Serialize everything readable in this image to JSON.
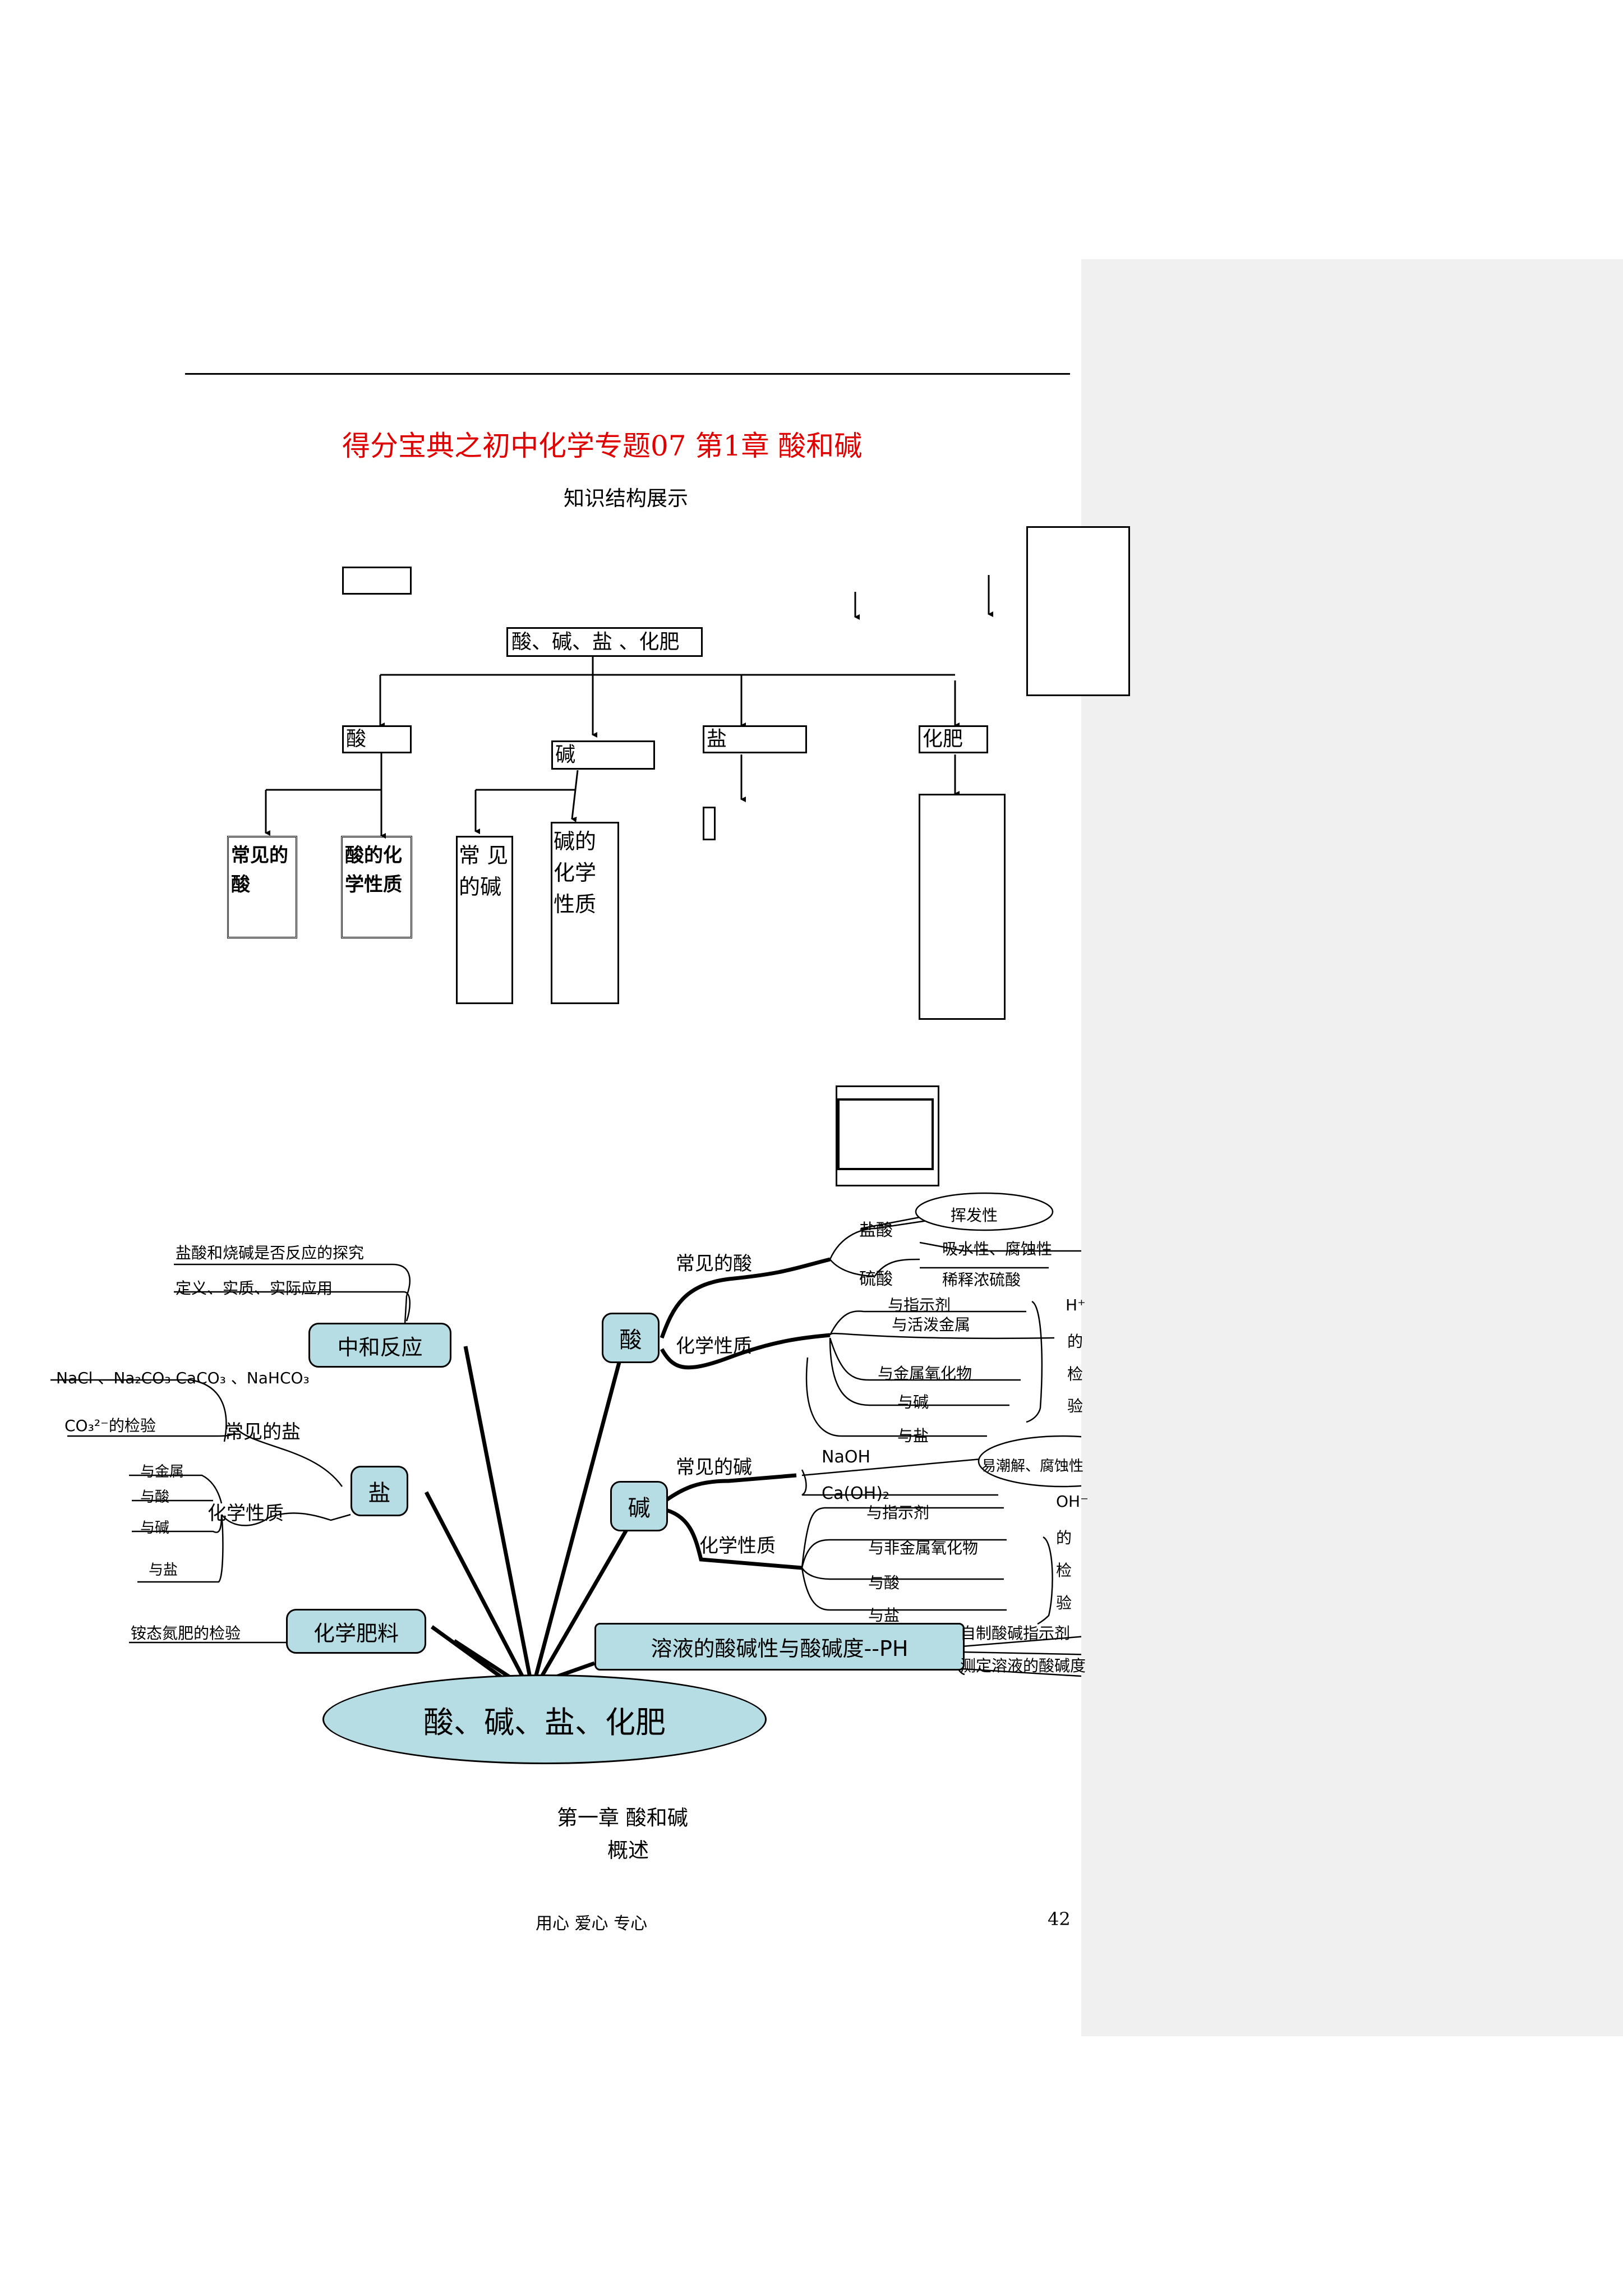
{
  "title": "得分宝典之初中化学专题07  第1章  酸和碱",
  "subtitle": "知识结构展示",
  "top_diagram": {
    "root": "酸、碱、盐 、化肥",
    "acid": "酸",
    "base": "碱",
    "salt": "盐",
    "fertilizer": "化肥",
    "common_acid": "常见的酸",
    "acid_chem": "酸的化学性质",
    "common_base": "常 见 的碱",
    "base_chem": "碱的化学性质"
  },
  "mindmap": {
    "center": "酸、碱、盐、化肥",
    "neutralization": "中和反应",
    "neutralization_items": [
      "盐酸和烧碱是否反应的探究",
      "定义、实质、实际应用"
    ],
    "salt": "盐",
    "salt_common": "常见的盐",
    "salt_formulas": "NaCl 、Na₂CO₃  CaCO₃ 、NaHCO₃",
    "co3_test": "CO₃²⁻的检验",
    "salt_chem": "化学性质",
    "salt_chem_items": [
      "与金属",
      "与酸",
      "与碱",
      "与盐"
    ],
    "fertilizer": "化学肥料",
    "fertilizer_item": "铵态氮肥的检验",
    "acid": "酸",
    "acid_common": "常见的酸",
    "hcl": "盐酸",
    "hcl_prop": "挥发性",
    "h2so4": "硫酸",
    "h2so4_props": [
      "吸水性、腐蚀性",
      "稀释浓硫酸"
    ],
    "acid_chem": "化学性质",
    "acid_chem_items": [
      "与指示剂",
      "与活泼金属",
      "与金属氧化物",
      "与碱",
      "与盐"
    ],
    "h_test": [
      "H⁺",
      "的",
      "检",
      "验"
    ],
    "base": "碱",
    "base_common": "常见的碱",
    "naoh": "NaOH",
    "naoh_prop": "易潮解、腐蚀性",
    "caoh2": "Ca(OH)₂",
    "base_chem": "化学性质",
    "base_chem_items": [
      "与指示剂",
      "与非金属氧化物",
      "与酸",
      "与盐"
    ],
    "oh_test": [
      "OH⁻",
      "的",
      "检",
      "验"
    ],
    "ph": "溶液的酸碱性与酸碱度--PH",
    "ph_items": [
      "自制酸碱指示剂",
      "测定溶液的酸碱度"
    ]
  },
  "chapter": "第一章  酸和碱",
  "overview": "概述",
  "footer": {
    "motto": "用心    爱心    专心",
    "page": "42"
  }
}
